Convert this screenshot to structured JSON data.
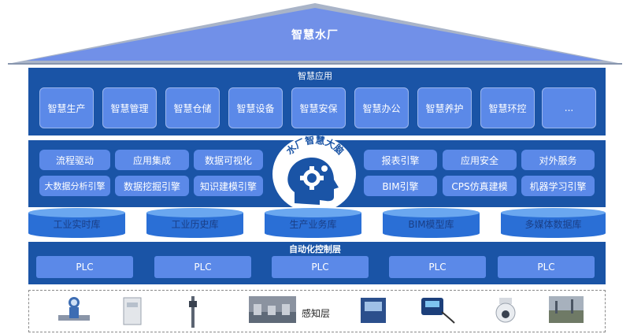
{
  "roof": {
    "title": "智慧水厂"
  },
  "apps": {
    "title": "智慧应用",
    "items": [
      "智慧生产",
      "智慧管理",
      "智慧仓储",
      "智慧设备",
      "智慧安保",
      "智慧办公",
      "智慧养护",
      "智慧环控",
      "..."
    ]
  },
  "engines": {
    "brain_title": "水厂智慧大脑",
    "left_row1": [
      "流程驱动",
      "应用集成",
      "数据可视化"
    ],
    "left_row2": [
      "大数据分析引擎",
      "数据挖掘引擎",
      "知识建模引擎"
    ],
    "right_row1": [
      "报表引擎",
      "应用安全",
      "对外服务"
    ],
    "right_row2": [
      "BIM引擎",
      "CPS仿真建模",
      "机器学习引擎"
    ]
  },
  "databases": [
    "工业实时库",
    "工业历史库",
    "生产业务库",
    "BIM模型库",
    "多媒体数据库"
  ],
  "control": {
    "title": "自动化控制层",
    "plcs": [
      "PLC",
      "PLC",
      "PLC",
      "PLC",
      "PLC"
    ]
  },
  "sensing": {
    "label": "感知层",
    "devices": [
      "flowmeter-icon",
      "control-cabinet-icon",
      "level-probe-icon",
      "workshop-photo-icon",
      "analyzer-icon",
      "multimeter-icon",
      "ptz-camera-icon",
      "site-photo-icon"
    ]
  },
  "colors": {
    "primary": "#1a54a6",
    "tile": "#5b89e8",
    "roof": "#7190e8",
    "db_top": "#6aa7f0"
  }
}
